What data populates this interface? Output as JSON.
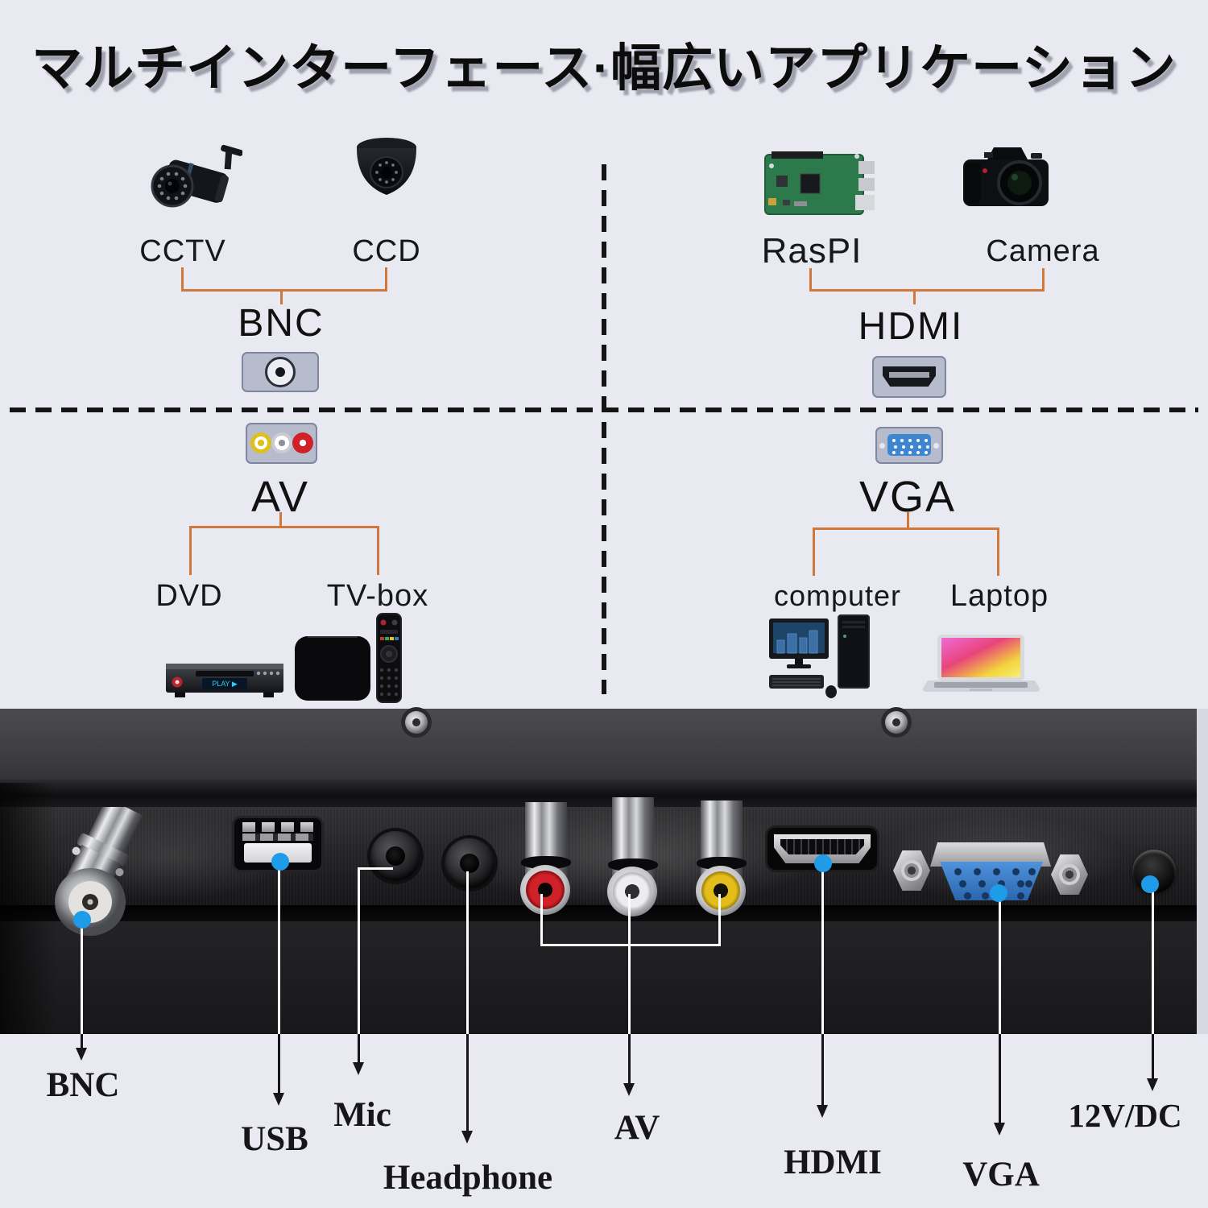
{
  "title": "マルチインターフェース·幅広いアプリケーション",
  "sections": {
    "bnc": {
      "port": "BNC",
      "device_a": "CCTV",
      "device_b": "CCD"
    },
    "hdmi": {
      "port": "HDMI",
      "device_a": "RasPI",
      "device_b": "Camera"
    },
    "av": {
      "port": "AV",
      "device_a": "DVD",
      "device_b": "TV-box",
      "dvd_display": "PLAY ▶"
    },
    "vga": {
      "port": "VGA",
      "device_a": "computer",
      "device_b": "Laptop"
    }
  },
  "rear_panel": {
    "labels": {
      "bnc": "BNC",
      "usb": "USB",
      "mic": "Mic",
      "headphone": "Headphone",
      "av": "AV",
      "hdmi": "HDMI",
      "vga": "VGA",
      "power": "12V/DC"
    }
  },
  "colors": {
    "background": "#e9eaf1",
    "bracket_orange": "#d0783c",
    "marker_blue": "#1f9ce8",
    "rca_red": "#cf2127",
    "rca_white": "#ededef",
    "rca_yellow": "#e2bd1c",
    "vga_blue": "#3f86d2",
    "title_text": "#0c0c0c",
    "label_text": "#15151a"
  }
}
